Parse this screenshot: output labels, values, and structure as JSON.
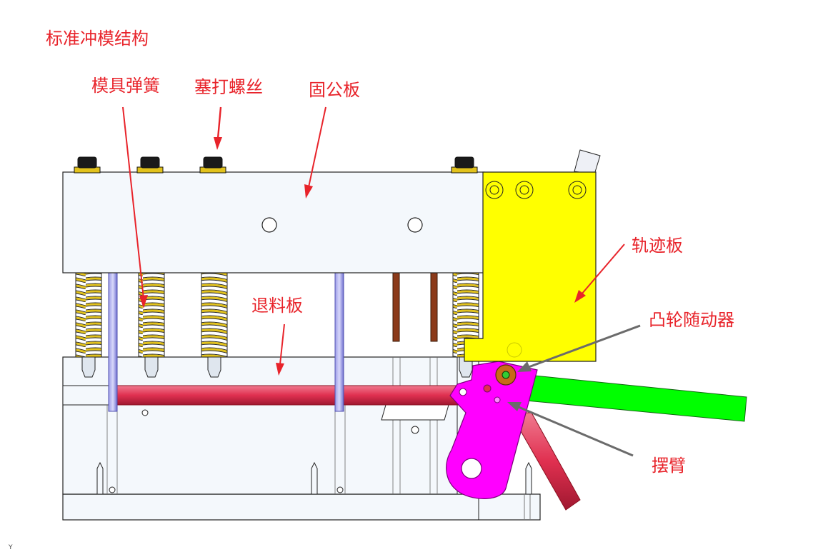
{
  "title": "标准冲模结构",
  "labels": {
    "spring": "模具弹簧",
    "screw": "塞打螺丝",
    "fixed_plate": "固公板",
    "track_plate": "轨迹板",
    "stripper": "退料板",
    "cam_follower": "凸轮随动器",
    "swing_arm": "摆臂"
  },
  "axis_letter": "Y",
  "colors": {
    "label": "#e8232a",
    "callout_red": "#e8232a",
    "callout_gray": "#6b6b6b",
    "plate_fill": "#f4f8fc",
    "outline": "#222222",
    "spring": "#e2c21c",
    "track_plate": "#ffff00",
    "swing_arm": "#ff00ff",
    "lever": "#00ff00",
    "rod": "#e03050",
    "guide_pin": "#7f7fe0",
    "punch": "#8b3a1a",
    "cam_follower": "#c86a1a"
  }
}
